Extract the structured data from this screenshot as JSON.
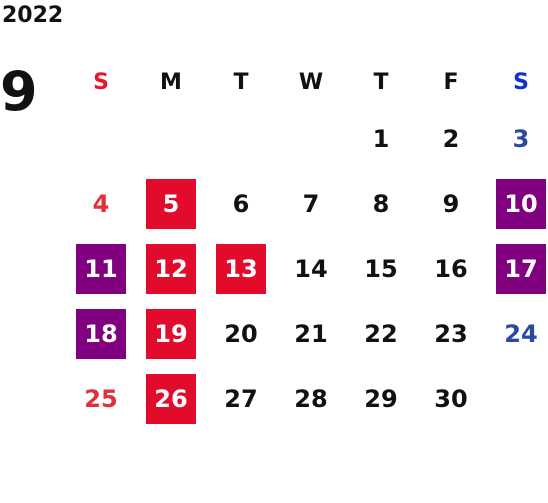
{
  "year": "2022",
  "month": "9",
  "weekdays": [
    "S",
    "M",
    "T",
    "W",
    "T",
    "F",
    "S"
  ],
  "weekday_colors": {
    "sunday": "#e8182a",
    "saturday": "#1030d0",
    "weekday": "#111111"
  },
  "highlight_colors": {
    "red": "#e30b2b",
    "purple": "#800080"
  },
  "weeks": [
    [
      {
        "day": "",
        "style": "empty"
      },
      {
        "day": "",
        "style": "empty"
      },
      {
        "day": "",
        "style": "empty"
      },
      {
        "day": "",
        "style": "empty"
      },
      {
        "day": "1",
        "style": "normal"
      },
      {
        "day": "2",
        "style": "normal"
      },
      {
        "day": "3",
        "style": "blue"
      }
    ],
    [
      {
        "day": "4",
        "style": "red"
      },
      {
        "day": "5",
        "style": "highlight-red"
      },
      {
        "day": "6",
        "style": "normal"
      },
      {
        "day": "7",
        "style": "normal"
      },
      {
        "day": "8",
        "style": "normal"
      },
      {
        "day": "9",
        "style": "normal"
      },
      {
        "day": "10",
        "style": "highlight-purple"
      }
    ],
    [
      {
        "day": "11",
        "style": "highlight-purple"
      },
      {
        "day": "12",
        "style": "highlight-red"
      },
      {
        "day": "13",
        "style": "highlight-red"
      },
      {
        "day": "14",
        "style": "normal"
      },
      {
        "day": "15",
        "style": "normal"
      },
      {
        "day": "16",
        "style": "normal"
      },
      {
        "day": "17",
        "style": "highlight-purple"
      }
    ],
    [
      {
        "day": "18",
        "style": "highlight-purple"
      },
      {
        "day": "19",
        "style": "highlight-red"
      },
      {
        "day": "20",
        "style": "normal"
      },
      {
        "day": "21",
        "style": "normal"
      },
      {
        "day": "22",
        "style": "normal"
      },
      {
        "day": "23",
        "style": "normal"
      },
      {
        "day": "24",
        "style": "blue"
      }
    ],
    [
      {
        "day": "25",
        "style": "red"
      },
      {
        "day": "26",
        "style": "highlight-red"
      },
      {
        "day": "27",
        "style": "normal"
      },
      {
        "day": "28",
        "style": "normal"
      },
      {
        "day": "29",
        "style": "normal"
      },
      {
        "day": "30",
        "style": "normal"
      },
      {
        "day": "",
        "style": "empty"
      }
    ]
  ]
}
